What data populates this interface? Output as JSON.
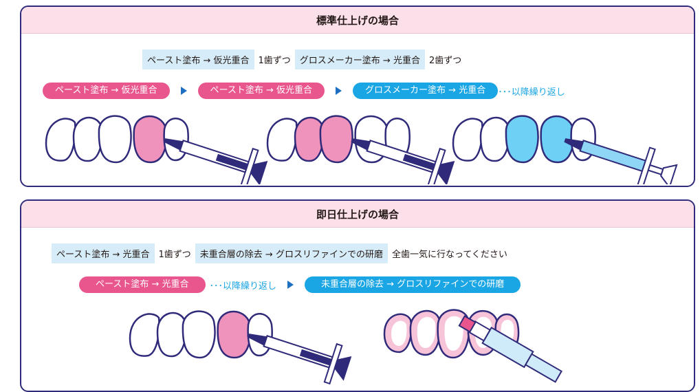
{
  "standard": {
    "title": "標準仕上げの場合",
    "desc": {
      "step1": "ペースト塗布 → 仮光重合",
      "suffix1": "1歯ずつ",
      "step2": "グロスメーカー塗布 → 光重合",
      "suffix2": "2歯ずつ"
    },
    "flow": {
      "pill1": "ペースト塗布 → 仮光重合",
      "pill2": "ペースト塗布 → 仮光重合",
      "pill3": "グロスメーカー塗布 → 光重合",
      "repeat": "･･･以降繰り返し"
    }
  },
  "sameday": {
    "title": "即日仕上げの場合",
    "desc": {
      "step1": "ペースト塗布 → 光重合",
      "suffix1": "1歯ずつ",
      "step2": "未重合層の除去 → グロスリファインでの研磨",
      "suffix2": "全歯一気に行なってください"
    },
    "flow": {
      "pill1": "ペースト塗布 → 光重合",
      "repeat": "･･･以降繰り返し",
      "pill2": "未重合層の除去 → グロスリファインでの研磨"
    }
  },
  "colors": {
    "accent_pink": "#e8568d",
    "accent_blue": "#1aa5e4",
    "header_bg": "#fbe0ea",
    "outline": "#2f2a7a",
    "highlight_box": "#d6ecf8"
  }
}
